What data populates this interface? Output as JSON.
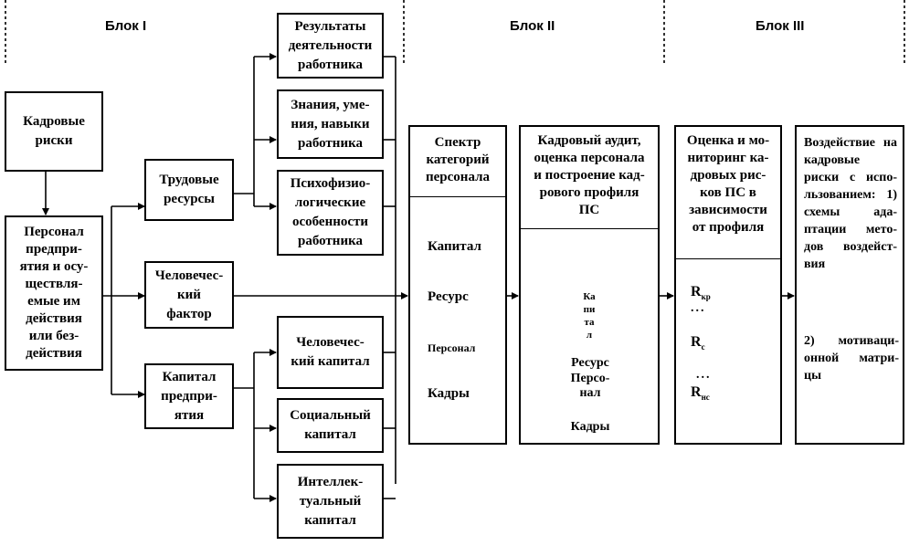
{
  "blocks": {
    "b1": "Блок I",
    "b2": "Блок II",
    "b3": "Блок III"
  },
  "boxes": {
    "risks": "Кадровые\nриски",
    "personnel": "Персонал\nпредпри-\nятия и осу-\nществля-\nемые им\nдействия\nили без-\nдействия",
    "labor": "Трудовые\nресурсы",
    "human_factor": "Человечес-\nкий\nфактор",
    "capital_ent": "Капитал\nпредпри-\nятия",
    "results": "Результаты\nдеятельности\nработника",
    "knowledge": "Знания, уме-\nния, навыки\nработника",
    "psycho": "Психофизио-\nлогические\nособенности\nработника",
    "human_capital": "Человечес-\nкий капитал",
    "social_capital": "Социальный\nкапитал",
    "intellectual_capital": "Интеллек-\nтуальный\nкапитал"
  },
  "spectrum": {
    "title": "Спектр\nкатегорий\nперсонала",
    "categories": [
      "Капитал",
      "Ресурс",
      "Персонал",
      "Кадры"
    ]
  },
  "audit": {
    "title": "Кадровый аудит,\nоценка персонала\nи построение кад-\nрового профиля\nПС",
    "pyramid": [
      "Ка\nпи\nта\nл",
      "Ресурс",
      "Персо-\nнал",
      "Кадры"
    ]
  },
  "monitoring": {
    "title": "Оценка и мо-\nниторинг ка-\nдровых рис-\nков ПС в\nзависимости\nот профиля",
    "r1": "R",
    "r1_sub": "кр",
    "r2": "R",
    "r2_sub": "с",
    "r3": "R",
    "r3_sub": "нс",
    "dots": "...",
    "shapes": [
      "triangle-up-icon",
      "trapezoid-icon",
      "triangle-down-icon"
    ]
  },
  "impact": {
    "text": "Воздействие на кадровые риски с испо-льзованием: 1) схемы ада-птации мето-дов воздейст-вия",
    "text2": "2) мотиваци-онной матри-цы"
  }
}
